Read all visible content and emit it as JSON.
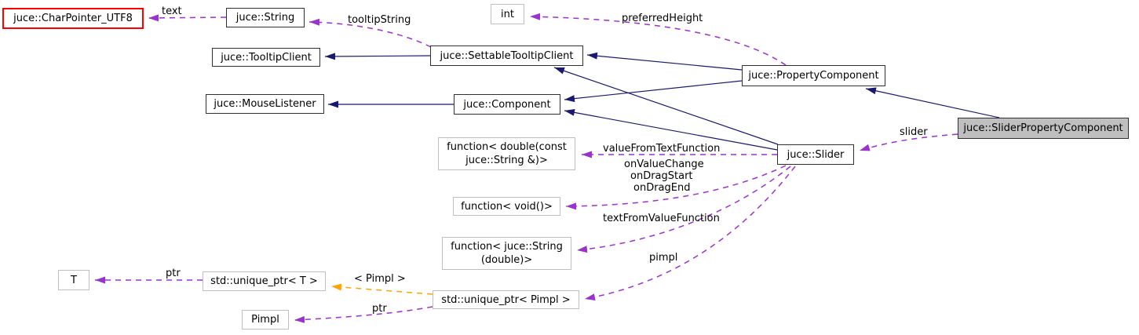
{
  "nodes": {
    "charpointer": {
      "label": "juce::CharPointer_UTF8"
    },
    "string": {
      "label": "juce::String"
    },
    "int": {
      "label": "int"
    },
    "tooltipclient": {
      "label": "juce::TooltipClient"
    },
    "settabletooltipclient": {
      "label": "juce::SettableTooltipClient"
    },
    "mouselistener": {
      "label": "juce::MouseListener"
    },
    "component": {
      "label": "juce::Component"
    },
    "propertycomponent": {
      "label": "juce::PropertyComponent"
    },
    "sliderpropertycomponent": {
      "label": "juce::SliderPropertyComponent"
    },
    "slider": {
      "label": "juce::Slider"
    },
    "func_double_from_string": {
      "label": "function< double(const\njuce::String &)>"
    },
    "func_void": {
      "label": "function< void()>"
    },
    "func_string_from_double": {
      "label": "function< juce::String\n(double)>"
    },
    "unique_ptr_t": {
      "label": "std::unique_ptr< T >"
    },
    "unique_ptr_pimpl": {
      "label": "std::unique_ptr< Pimpl >"
    },
    "t": {
      "label": "T"
    },
    "pimpl": {
      "label": "Pimpl"
    }
  },
  "edge_labels": {
    "text": "text",
    "tooltip_string": "tooltipString",
    "preferred_height": "preferredHeight",
    "slider": "slider",
    "value_from_text": "valueFromTextFunction",
    "on_value_change": "onValueChange",
    "on_drag_start": "onDragStart",
    "on_drag_end": "onDragEnd",
    "text_from_value": "textFromValueFunction",
    "pimpl": "pimpl",
    "ptr_t": "ptr",
    "template_args": "< Pimpl >",
    "ptr_pimpl": "ptr"
  },
  "colors": {
    "inheritance_edge": "#191970",
    "usage_edge": "#9a32cd",
    "template_edge": "#ffa500",
    "node_border": "#303030",
    "external_node_border": "#bfbfbf",
    "truncated_node_border": "#ff0000",
    "selected_node_fill": "#bfbfbf"
  }
}
